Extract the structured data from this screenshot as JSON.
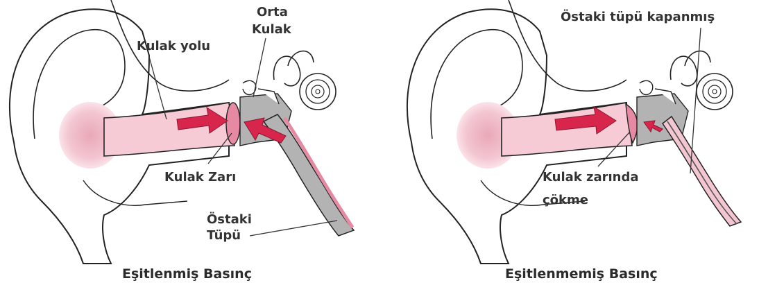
{
  "panels": {
    "left": {
      "caption": "Eşitlenmiş Basınç",
      "labels": {
        "ear_canal": "Kulak yolu",
        "middle_ear_line1": "Orta",
        "middle_ear_line2": "Kulak",
        "eardrum": "Kulak Zarı",
        "tube_line1": "Östaki",
        "tube_line2": "Tüpü"
      }
    },
    "right": {
      "caption": "Eşitlenmemiş Basınç",
      "labels": {
        "tube_closed": "Östaki tüpü kapanmış",
        "collapse_line1": "Kulak zarında",
        "collapse_line2": "çökme"
      }
    }
  },
  "colors": {
    "tissue_pink": "#f6cbd6",
    "arrow_red": "#d8254c",
    "middle_gray": "#b3b3b3",
    "outline": "#222222"
  }
}
